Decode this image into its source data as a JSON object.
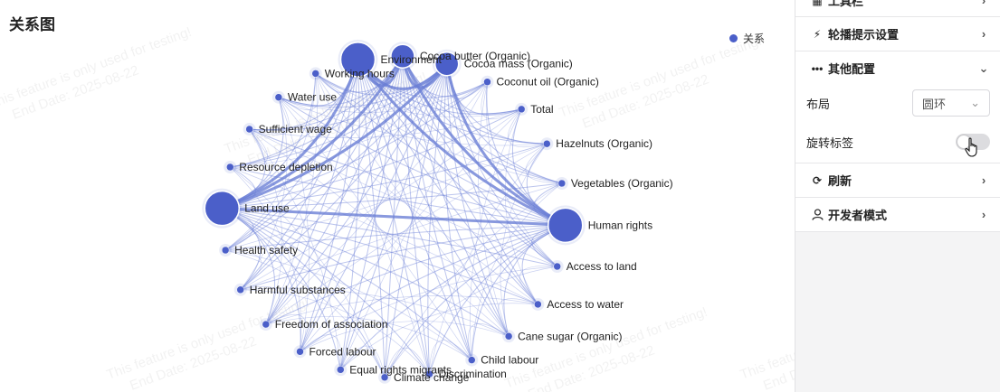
{
  "title": "关系图",
  "legend": {
    "label": "关系",
    "color": "#4b5fc9"
  },
  "watermark": {
    "line1": "This feature is only used for testing!",
    "line2": "End Date: 2025-08-22"
  },
  "colors": {
    "node": "#4b5fc9",
    "edge": "#6b7fd6"
  },
  "chart_data": {
    "type": "graph",
    "layout": "circular",
    "nodes": [
      {
        "name": "Environment",
        "size": "large"
      },
      {
        "name": "Cocoa butter (Organic)",
        "size": "medium"
      },
      {
        "name": "Cocoa mass (Organic)",
        "size": "medium"
      },
      {
        "name": "Coconut oil (Organic)",
        "size": "small"
      },
      {
        "name": "Total",
        "size": "small"
      },
      {
        "name": "Hazelnuts (Organic)",
        "size": "small"
      },
      {
        "name": "Vegetables (Organic)",
        "size": "small"
      },
      {
        "name": "Human rights",
        "size": "large"
      },
      {
        "name": "Access to land",
        "size": "small"
      },
      {
        "name": "Access to water",
        "size": "small"
      },
      {
        "name": "Cane sugar (Organic)",
        "size": "small"
      },
      {
        "name": "Child labour",
        "size": "small"
      },
      {
        "name": "Discrimination",
        "size": "small"
      },
      {
        "name": "Climate change",
        "size": "small"
      },
      {
        "name": "Equal rights migrants",
        "size": "small"
      },
      {
        "name": "Forced labour",
        "size": "small"
      },
      {
        "name": "Freedom of association",
        "size": "small"
      },
      {
        "name": "Harmful substances",
        "size": "small"
      },
      {
        "name": "Health safety",
        "size": "small"
      },
      {
        "name": "Land use",
        "size": "large"
      },
      {
        "name": "Resource depletion",
        "size": "small"
      },
      {
        "name": "Sufficient wage",
        "size": "small"
      },
      {
        "name": "Water use",
        "size": "small"
      },
      {
        "name": "Working hours",
        "size": "small"
      }
    ]
  },
  "panel": {
    "top_section": "工具栏",
    "carousel": "轮播提示设置",
    "other_config": "其他配置",
    "layout_label": "布局",
    "layout_value": "圆环",
    "rotate_label": "旋转标签",
    "refresh": "刷新",
    "dev_mode": "开发者模式"
  }
}
